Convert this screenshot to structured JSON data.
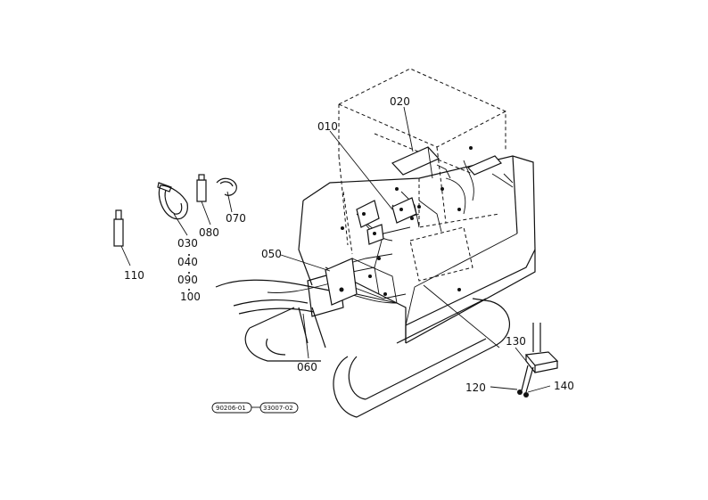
{
  "labels": {
    "p010": "010",
    "p020": "020",
    "p030": "030",
    "p040": "040",
    "p050": "050",
    "p060": "060",
    "p070": "070",
    "p080": "080",
    "p090": "090",
    "p100": "100",
    "p110": "110",
    "p120": "120",
    "p130": "130",
    "p140": "140"
  },
  "references": {
    "ref1": "90206-01",
    "ref2": "33007-02"
  }
}
